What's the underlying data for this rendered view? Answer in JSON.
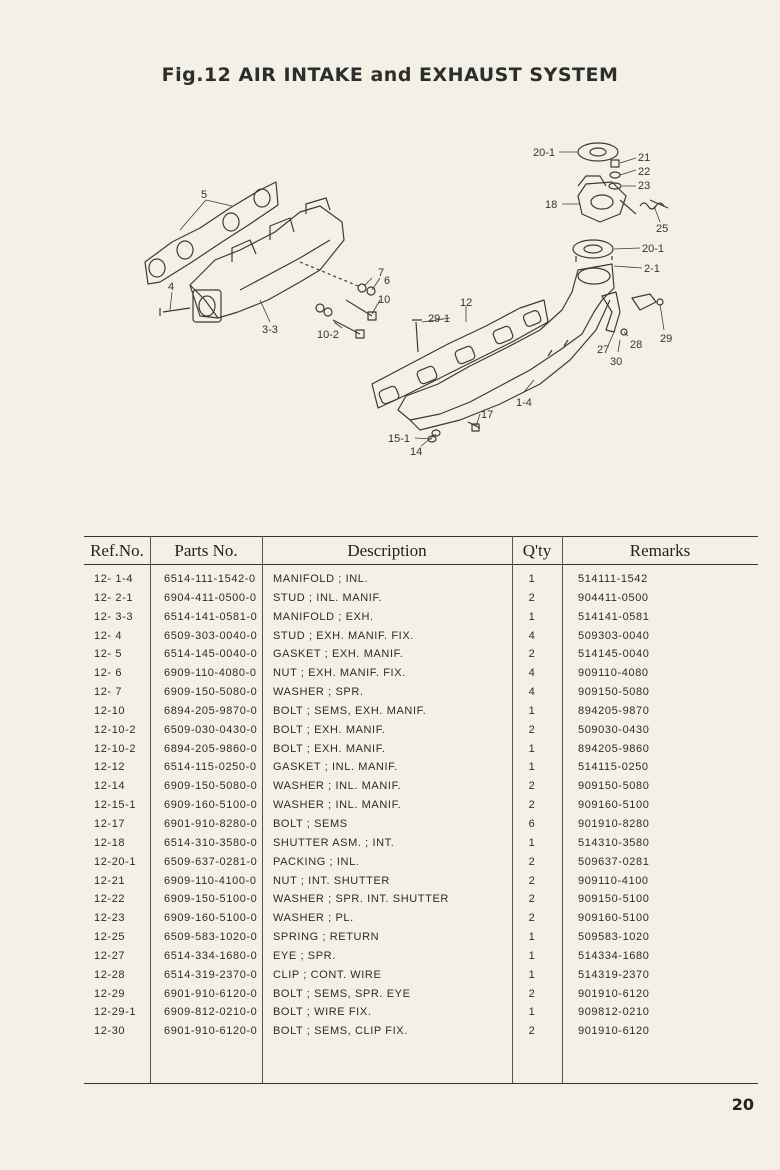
{
  "page": {
    "title": "Fig.12  AIR INTAKE and EXHAUST SYSTEM",
    "number": "20"
  },
  "diagram": {
    "callouts": {
      "c5": "5",
      "c4": "4",
      "c3_3": "3-3",
      "c7": "7",
      "c6": "6",
      "c10": "10",
      "c10_2": "10-2",
      "c20_1a": "20-1",
      "c21": "21",
      "c22": "22",
      "c23": "23",
      "c18": "18",
      "c25": "25",
      "c20_1b": "20-1",
      "c2_1": "2-1",
      "c12": "12",
      "c29_1": "29-1",
      "c29": "29",
      "c27": "27",
      "c28": "28",
      "c30": "30",
      "c1_4": "1-4",
      "c17": "17",
      "c15_1": "15-1",
      "c14": "14"
    }
  },
  "table": {
    "headers": {
      "ref": "Ref.No.",
      "part": "Parts  No.",
      "desc": "Description",
      "qty": "Q'ty",
      "remarks": "Remarks"
    },
    "rows": [
      {
        "ref": "12- 1-4",
        "part": "6514-111-1542-0",
        "desc": "MANIFOLD ; INL.",
        "qty": "1",
        "remarks": "514111-1542"
      },
      {
        "ref": "12- 2-1",
        "part": "6904-411-0500-0",
        "desc": "STUD ; INL. MANIF.",
        "qty": "2",
        "remarks": "904411-0500"
      },
      {
        "ref": "12- 3-3",
        "part": "6514-141-0581-0",
        "desc": "MANIFOLD ; EXH.",
        "qty": "1",
        "remarks": "514141-0581"
      },
      {
        "ref": "12- 4",
        "part": "6509-303-0040-0",
        "desc": "STUD ; EXH. MANIF. FIX.",
        "qty": "4",
        "remarks": "509303-0040"
      },
      {
        "ref": "12- 5",
        "part": "6514-145-0040-0",
        "desc": "GASKET ; EXH. MANIF.",
        "qty": "2",
        "remarks": "514145-0040"
      },
      {
        "ref": "12- 6",
        "part": "6909-110-4080-0",
        "desc": "NUT ; EXH. MANIF. FIX.",
        "qty": "4",
        "remarks": "909110-4080"
      },
      {
        "ref": "12- 7",
        "part": "6909-150-5080-0",
        "desc": "WASHER ; SPR.",
        "qty": "4",
        "remarks": "909150-5080"
      },
      {
        "ref": "12-10",
        "part": "6894-205-9870-0",
        "desc": "BOLT ; SEMS, EXH. MANIF.",
        "qty": "1",
        "remarks": "894205-9870"
      },
      {
        "ref": "12-10-2",
        "part": "6509-030-0430-0",
        "desc": "BOLT ; EXH. MANIF.",
        "qty": "2",
        "remarks": "509030-0430"
      },
      {
        "ref": "12-10-2",
        "part": "6894-205-9860-0",
        "desc": "BOLT ; EXH. MANIF.",
        "qty": "1",
        "remarks": "894205-9860"
      },
      {
        "ref": "12-12",
        "part": "6514-115-0250-0",
        "desc": "GASKET ; INL. MANIF.",
        "qty": "1",
        "remarks": "514115-0250"
      },
      {
        "ref": "12-14",
        "part": "6909-150-5080-0",
        "desc": "WASHER ; INL. MANIF.",
        "qty": "2",
        "remarks": "909150-5080"
      },
      {
        "ref": "12-15-1",
        "part": "6909-160-5100-0",
        "desc": "WASHER ; INL. MANIF.",
        "qty": "2",
        "remarks": "909160-5100"
      },
      {
        "ref": "12-17",
        "part": "6901-910-8280-0",
        "desc": "BOLT ; SEMS",
        "qty": "6",
        "remarks": "901910-8280"
      },
      {
        "ref": "12-18",
        "part": "6514-310-3580-0",
        "desc": "SHUTTER ASM. ; INT.",
        "qty": "1",
        "remarks": "514310-3580"
      },
      {
        "ref": "12-20-1",
        "part": "6509-637-0281-0",
        "desc": "PACKING ; INL.",
        "qty": "2",
        "remarks": "509637-0281"
      },
      {
        "ref": "12-21",
        "part": "6909-110-4100-0",
        "desc": "NUT ; INT. SHUTTER",
        "qty": "2",
        "remarks": "909110-4100"
      },
      {
        "ref": "12-22",
        "part": "6909-150-5100-0",
        "desc": "WASHER ; SPR. INT. SHUTTER",
        "qty": "2",
        "remarks": "909150-5100"
      },
      {
        "ref": "12-23",
        "part": "6909-160-5100-0",
        "desc": "WASHER ; PL.",
        "qty": "2",
        "remarks": "909160-5100"
      },
      {
        "ref": "12-25",
        "part": "6509-583-1020-0",
        "desc": "SPRING ; RETURN",
        "qty": "1",
        "remarks": "509583-1020"
      },
      {
        "ref": "12-27",
        "part": "6514-334-1680-0",
        "desc": "EYE ; SPR.",
        "qty": "1",
        "remarks": "514334-1680"
      },
      {
        "ref": "12-28",
        "part": "6514-319-2370-0",
        "desc": "CLIP ; CONT. WIRE",
        "qty": "1",
        "remarks": "514319-2370"
      },
      {
        "ref": "12-29",
        "part": "6901-910-6120-0",
        "desc": "BOLT ; SEMS, SPR. EYE",
        "qty": "2",
        "remarks": "901910-6120"
      },
      {
        "ref": "12-29-1",
        "part": "6909-812-0210-0",
        "desc": "BOLT ; WIRE FIX.",
        "qty": "1",
        "remarks": "909812-0210"
      },
      {
        "ref": "12-30",
        "part": "6901-910-6120-0",
        "desc": "BOLT ; SEMS, CLIP FIX.",
        "qty": "2",
        "remarks": "901910-6120"
      }
    ]
  }
}
